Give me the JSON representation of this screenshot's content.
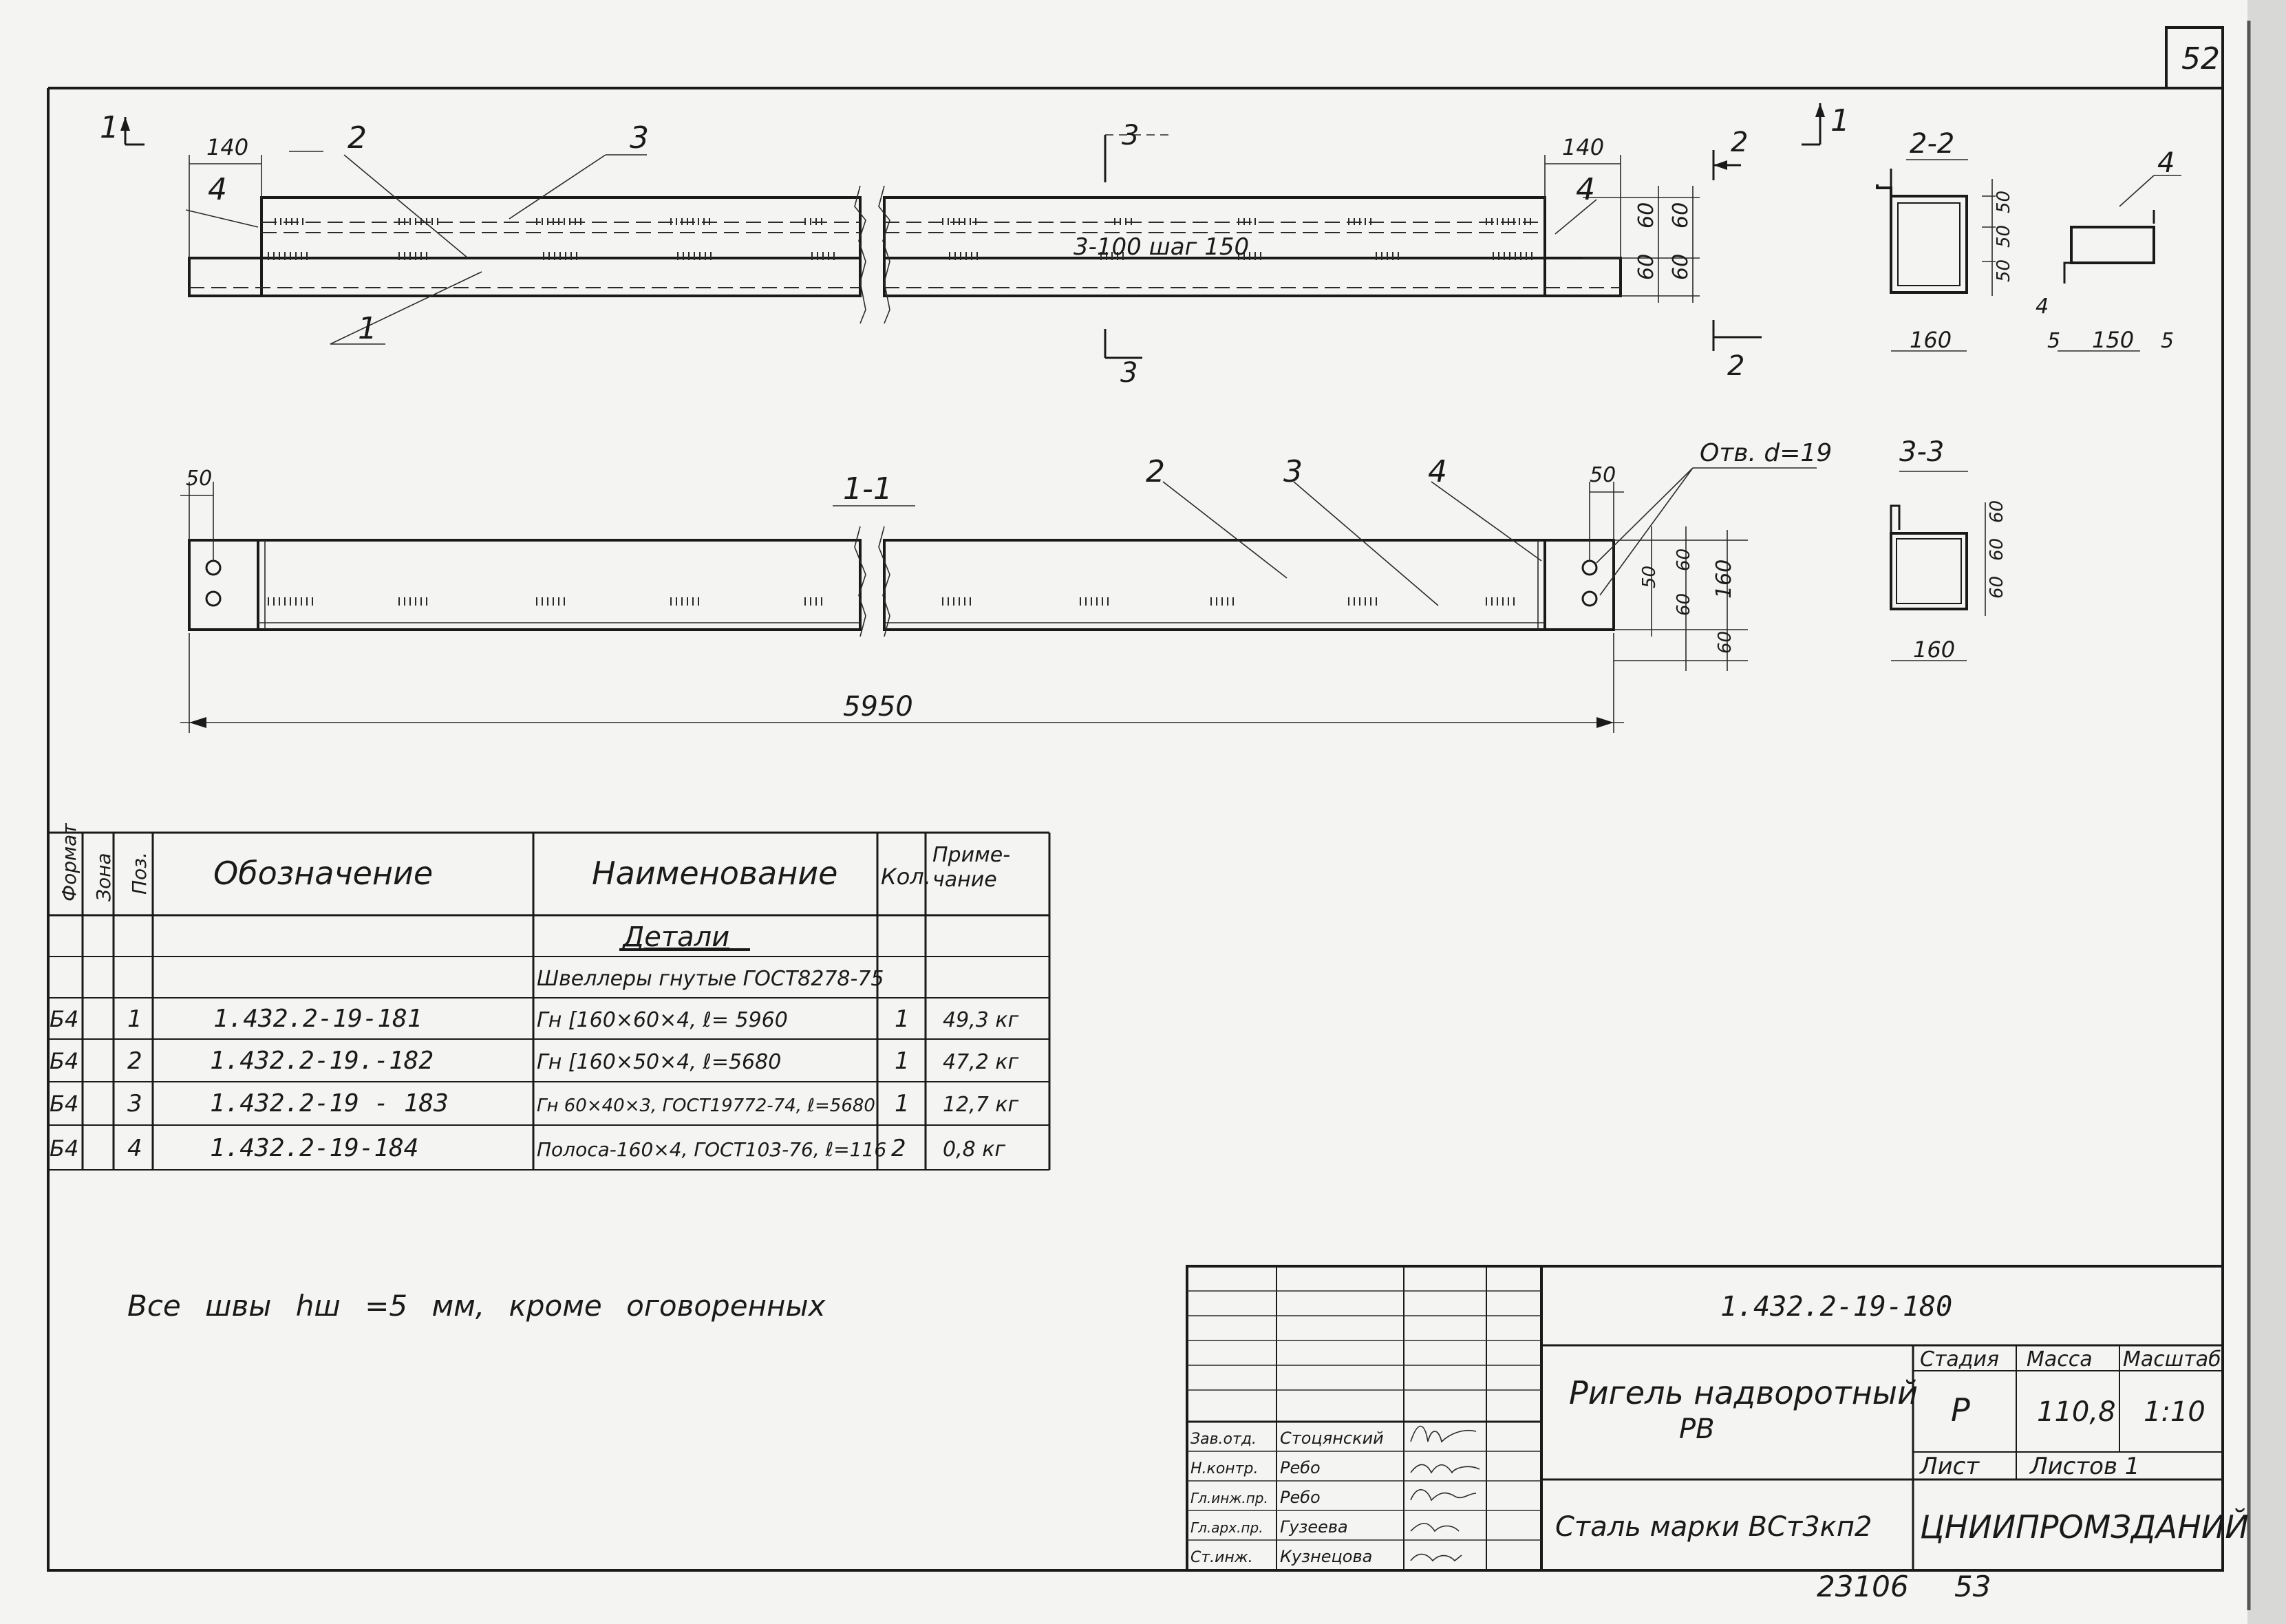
{
  "sheet": {
    "number": "52",
    "bottom_number": "23106",
    "bottom_page": "53"
  },
  "elevation": {
    "section_marks": [
      "1",
      "1",
      "2",
      "2",
      "3",
      "3"
    ],
    "dims": [
      "140",
      "140",
      "60",
      "60",
      "60",
      "60"
    ],
    "callouts": [
      "1",
      "2",
      "3",
      "4",
      "4"
    ],
    "note": "3-100 шаг 150"
  },
  "section_2_2": {
    "title": "2-2",
    "dims": [
      "160",
      "150",
      "5",
      "5",
      "4",
      "50",
      "50",
      "50"
    ],
    "callout": "4"
  },
  "section_3_3": {
    "title": "3-3",
    "dims": [
      "160",
      "60",
      "60",
      "60"
    ]
  },
  "plan_1_1": {
    "title": "1-1",
    "hole_note": "Отв. d=19",
    "dims": [
      "50",
      "50",
      "50",
      "60",
      "60",
      "160",
      "60"
    ],
    "total_length": "5950",
    "callouts": [
      "2",
      "3",
      "4"
    ]
  },
  "spec": {
    "headers": {
      "format": "Формат",
      "zone": "Зона",
      "pos": "Поз.",
      "designation": "Обозначение",
      "name": "Наименование",
      "qty": "Кол.",
      "note": "Приме-чание"
    },
    "section_title": "Детали",
    "group_title": "Швеллеры гнутые ГОСТ8278-75",
    "rows": [
      {
        "format": "Б4",
        "pos": "1",
        "designation": "1.432.2-19-181",
        "name": "Гн [160×60×4, ℓ= 5960",
        "qty": "1",
        "note": "49,3 кг"
      },
      {
        "format": "Б4",
        "pos": "2",
        "designation": "1.432.2-19.-182",
        "name": "Гн [160×50×4, ℓ=5680",
        "qty": "1",
        "note": "47,2 кг"
      },
      {
        "format": "Б4",
        "pos": "3",
        "designation": "1.432.2-19 - 183",
        "name": "Гн 60×40×3, ГОСТ19772-74, ℓ=5680",
        "qty": "1",
        "note": "12,7 кг"
      },
      {
        "format": "Б4",
        "pos": "4",
        "designation": "1.432.2-19-184",
        "name": "Полоса-160×4, ГОСТ103-76, ℓ=116",
        "qty": "2",
        "note": "0,8 кг"
      }
    ]
  },
  "weld_note": "Все швы hш =5 мм, кроме оговоренных",
  "title_block": {
    "code": "1.432.2-19-180",
    "title_line1": "Ригель надворотный",
    "title_line2": "РВ",
    "steel": "Сталь марки  ВСт3кп2",
    "stage_label": "Стадия",
    "mass_label": "Масса",
    "scale_label": "Масштаб",
    "stage": "Р",
    "mass": "110,8",
    "scale": "1:10",
    "sheet_label": "Лист",
    "sheets_label": "Листов 1",
    "org": "ЦНИИПРОМЗДАНИЙ",
    "people": [
      {
        "role": "Зав.отд.",
        "name": "Стоцянский"
      },
      {
        "role": "Н.контр.",
        "name": "Ребо"
      },
      {
        "role": "Гл.инж.пр.",
        "name": "Ребо"
      },
      {
        "role": "Гл.арх.пр.",
        "name": "Гузеева"
      },
      {
        "role": "Ст.инж.",
        "name": "Кузнецова"
      }
    ]
  }
}
